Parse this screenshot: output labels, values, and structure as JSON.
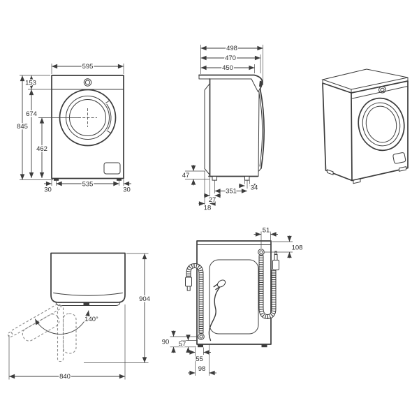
{
  "diagram_title": "washing-machine-dimension-diagram",
  "line_color": "#3c3c3c",
  "views": {
    "front": {
      "label": "front-view",
      "width": "595",
      "overall_height": "845",
      "top_to_panel": "153",
      "panel_to_floor": "674",
      "drum_center_to_floor": "462",
      "left_foot_inset": "30",
      "feet_spacing": "535",
      "right_foot_inset": "30"
    },
    "side": {
      "label": "side-view",
      "depth_overall": "498",
      "depth_to_front_edge": "470",
      "depth_body": "450",
      "rear_bottom_clearance": "47",
      "feet_spacing": "351",
      "rear_foot_width": "34",
      "front_foot_offset": "27",
      "rear_offset": "18"
    },
    "perspective": {
      "label": "perspective-view"
    },
    "door_swing": {
      "label": "door-swing-top-view",
      "door_opening_angle": "140°",
      "depth_door_open": "904",
      "width_door_open": "840"
    },
    "rear": {
      "label": "rear-view",
      "drain_outlet_from_right": "51",
      "drain_outlet_from_top": "108",
      "pump_outlet_height": "90",
      "cord_exit_height": "57",
      "foot_offset": "55",
      "cord_offset": "98"
    }
  }
}
